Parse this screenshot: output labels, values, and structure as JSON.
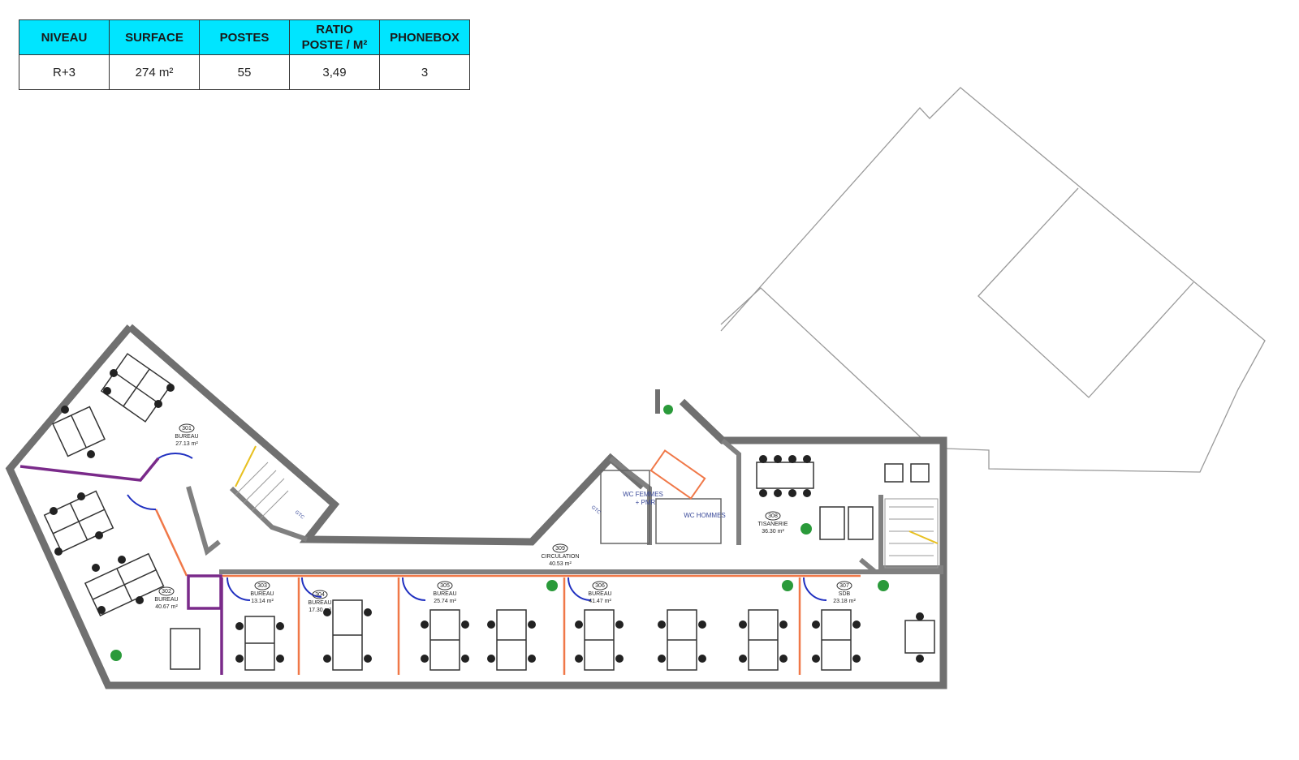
{
  "summary": {
    "headers": [
      "NIVEAU",
      "SURFACE",
      "POSTES",
      "RATIO POSTE / M²",
      "PHONEBOX"
    ],
    "values": [
      "R+3",
      "274 m²",
      "55",
      "3,49",
      "3"
    ]
  },
  "colors": {
    "table_header": "#00e5ff",
    "wall": "#707070",
    "partition_orange": "#f07848",
    "partition_purple": "#7a2a8a",
    "door_blue": "#2030c0",
    "plant_green": "#2a9a3a",
    "stair_yellow": "#e8c020"
  },
  "rooms": [
    {
      "number": "301",
      "name": "BUREAU",
      "area": "27.13 m²"
    },
    {
      "number": "302",
      "name": "BUREAU",
      "area": "40.67 m²"
    },
    {
      "number": "303",
      "name": "BUREAU",
      "area": "13.14 m²"
    },
    {
      "number": "304",
      "name": "BUREAU",
      "area": "17.30 m²"
    },
    {
      "number": "305",
      "name": "BUREAU",
      "area": "25.74 m²"
    },
    {
      "number": "306",
      "name": "BUREAU",
      "area": "41.47 m²"
    },
    {
      "number": "307",
      "name": "SDB",
      "area": "23.18 m²"
    },
    {
      "number": "308",
      "name": "TISANERIE",
      "area": "36.30 m²"
    },
    {
      "number": "309",
      "name": "CIRCULATION",
      "area": "40.53 m²"
    }
  ],
  "labels": {
    "wc_femmes_1": "WC FEMMES",
    "wc_femmes_2": "+ PMR",
    "wc_hommes": "WC HOMMES",
    "gaine_1": "GTC",
    "gaine_2": "GTC"
  }
}
